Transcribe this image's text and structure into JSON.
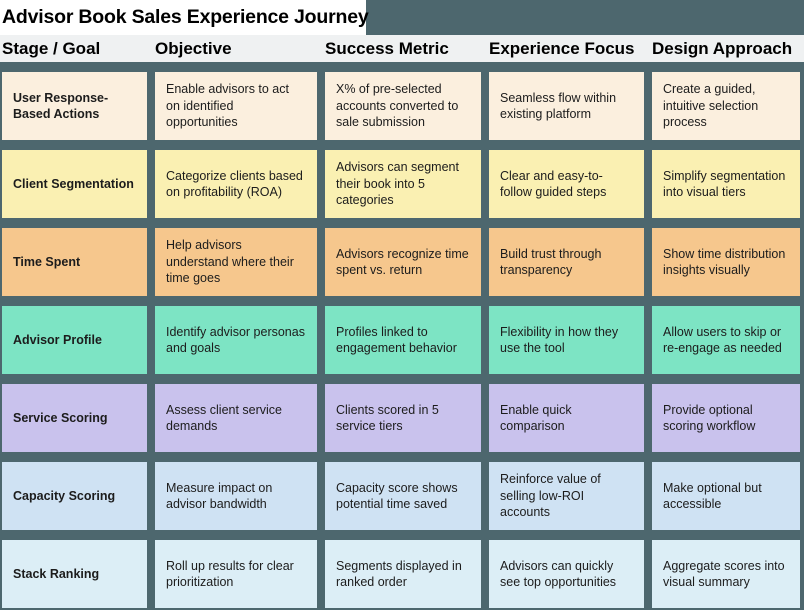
{
  "page": {
    "title": "Advisor Book Sales Experience Journey",
    "colors": {
      "canvas_bg": "#4d676e",
      "title_bg": "#ffffff",
      "header_bg": "#eff1f2",
      "text": "#1c1c1c"
    }
  },
  "table": {
    "columns": [
      "Stage / Goal",
      "Objective",
      "Success Metric",
      "Experience Focus",
      "Design Approach"
    ],
    "rows": [
      {
        "stage": "User Response-Based Actions",
        "color": "#fbefde",
        "objective": "Enable advisors to act on identified opportunities",
        "success_metric": "X% of pre-selected accounts converted to sale submission",
        "experience_focus": "Seamless flow within existing platform",
        "design_approach": "Create a guided, intuitive selection process"
      },
      {
        "stage": "Client Segmentation",
        "color": "#faf0b2",
        "objective": "Categorize clients based on profitability (ROA)",
        "success_metric": "Advisors can segment their book into 5 categories",
        "experience_focus": "Clear and easy-to-follow guided steps",
        "design_approach": "Simplify segmentation into visual tiers"
      },
      {
        "stage": "Time Spent",
        "color": "#f6c78d",
        "objective": "Help advisors understand where their time goes",
        "success_metric": "Advisors recognize time spent vs. return",
        "experience_focus": "Build trust through transparency",
        "design_approach": "Show time distribution insights visually"
      },
      {
        "stage": "Advisor Profile",
        "color": "#7de4c4",
        "objective": "Identify advisor personas and goals",
        "success_metric": "Profiles linked to engagement behavior",
        "experience_focus": "Flexibility in how they use the tool",
        "design_approach": "Allow users to skip or re-engage as needed"
      },
      {
        "stage": "Service Scoring",
        "color": "#c9c2ed",
        "objective": "Assess client service demands",
        "success_metric": "Clients scored in 5 service tiers",
        "experience_focus": "Enable quick comparison",
        "design_approach": "Provide optional scoring workflow"
      },
      {
        "stage": "Capacity Scoring",
        "color": "#cfe2f3",
        "objective": "Measure impact on advisor bandwidth",
        "success_metric": "Capacity score shows potential time saved",
        "experience_focus": "Reinforce value of selling low-ROI accounts",
        "design_approach": "Make optional but accessible"
      },
      {
        "stage": "Stack Ranking",
        "color": "#dceef6",
        "objective": "Roll up results for clear prioritization",
        "success_metric": "Segments displayed in ranked order",
        "experience_focus": "Advisors can quickly see top opportunities",
        "design_approach": "Aggregate scores into visual summary"
      }
    ]
  }
}
